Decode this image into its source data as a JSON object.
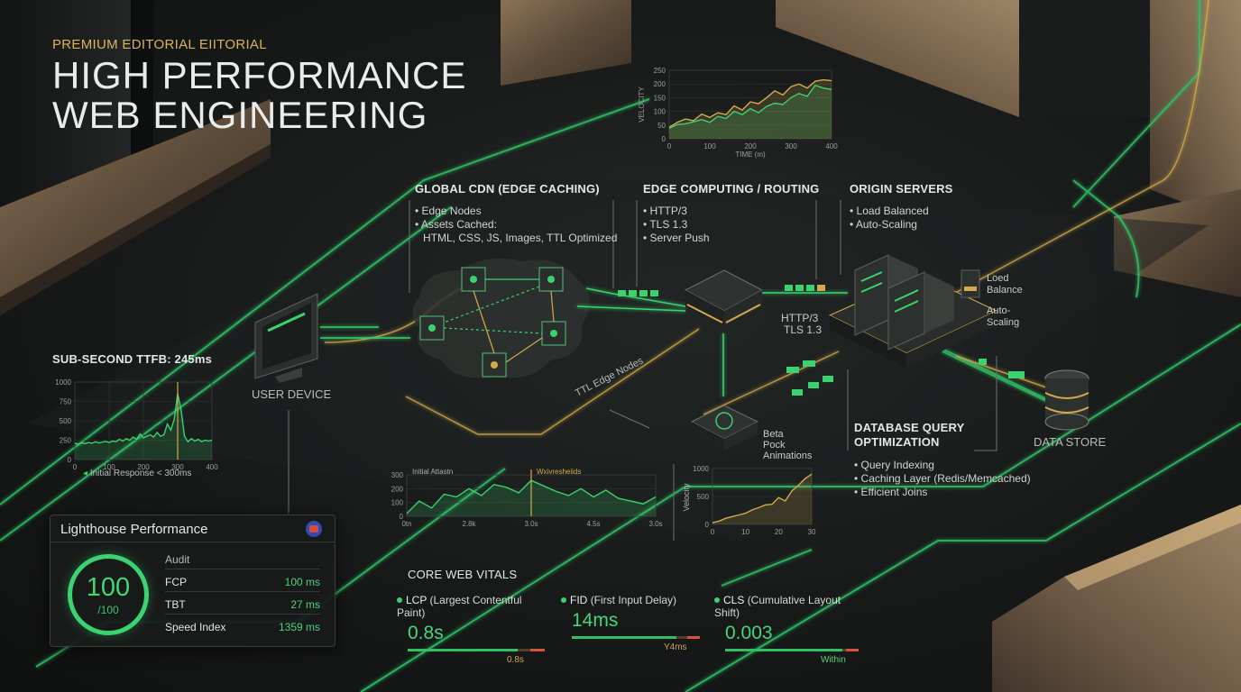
{
  "header": {
    "eyebrow": "PREMIUM EDITORIAL EIITORIAL",
    "title_line1": "HIGH PERFORMANCE",
    "title_line2": "WEB ENGINEERING"
  },
  "sections": {
    "cdn": {
      "title": "GLOBAL CDN (EDGE CACHING)",
      "items": [
        "Edge Nodes",
        "Assets Cached:"
      ],
      "extra": "HTML, CSS, JS, Images, TTL Optimized"
    },
    "edge": {
      "title": "EDGE COMPUTING / ROUTING",
      "items": [
        "HTTP/3",
        "TLS 1.3",
        "Server Push"
      ]
    },
    "origin": {
      "title": "ORIGIN SERVERS",
      "items": [
        "Load Balanced",
        "Auto-Scaling"
      ]
    },
    "db": {
      "title_line1": "DATABASE QUERY",
      "title_line2": "OPTIMIZATION",
      "items": [
        "Query Indexing",
        "Caching Layer (Redis/Memcached)",
        "Efficient Joins"
      ]
    }
  },
  "diagram_labels": {
    "user_device": "USER DEVICE",
    "data_store": "DATA STORE",
    "http3": "HTTP/3",
    "tls": "TLS 1.3",
    "ttl_edge": "TTL Edge Nodes",
    "loed": "Loed",
    "balance": "Balance",
    "auto": "Auto-",
    "scaling": "Scaling",
    "beta": "Beta",
    "pock": "Pock",
    "animations": "Animations"
  },
  "ttfb": {
    "title": "SUB-SECOND TTFB: 245ms",
    "legend": "Initial Response < 300ms",
    "chart_data": {
      "type": "line",
      "x": [
        0,
        10,
        20,
        30,
        40,
        50,
        60,
        70,
        80,
        90,
        100,
        110,
        120,
        130,
        140,
        150,
        160,
        170,
        180,
        190,
        200,
        210,
        220,
        230,
        240,
        250,
        260,
        270,
        280,
        290,
        300,
        310,
        320,
        330,
        340,
        350,
        360,
        370,
        380,
        390,
        400
      ],
      "values": [
        210,
        200,
        215,
        205,
        220,
        210,
        230,
        215,
        225,
        235,
        220,
        240,
        230,
        260,
        240,
        270,
        250,
        290,
        260,
        330,
        280,
        300,
        320,
        290,
        350,
        300,
        320,
        460,
        380,
        520,
        850,
        640,
        300,
        230,
        270,
        240,
        260,
        230,
        250,
        240,
        250
      ],
      "yticks": [
        "0",
        "250",
        "500",
        "750",
        "1000"
      ],
      "xticks": [
        "0",
        "100",
        "200",
        "300",
        "400"
      ],
      "ylim": [
        0,
        1000
      ],
      "xlim": [
        0,
        400
      ]
    }
  },
  "velocity_chart": {
    "ylabel": "VELOCITY",
    "xlabel": "TIME (m)",
    "chart_data": {
      "type": "area",
      "x": [
        0,
        20,
        40,
        60,
        80,
        100,
        120,
        140,
        160,
        180,
        200,
        220,
        240,
        260,
        280,
        300,
        320,
        340,
        360,
        380,
        400
      ],
      "series": [
        {
          "color": "#d4ab4c",
          "values": [
            42,
            60,
            72,
            66,
            90,
            78,
            95,
            88,
            120,
            105,
            135,
            128,
            150,
            175,
            160,
            190,
            200,
            185,
            210,
            215,
            212
          ]
        },
        {
          "color": "#3bd36f",
          "values": [
            38,
            52,
            55,
            62,
            70,
            60,
            82,
            74,
            100,
            88,
            110,
            95,
            118,
            130,
            125,
            150,
            165,
            155,
            195,
            185,
            180
          ]
        }
      ],
      "yticks": [
        "0",
        "50",
        "100",
        "150",
        "200",
        "250"
      ],
      "xticks": [
        "0",
        "100",
        "200",
        "300",
        "400"
      ],
      "ylim": [
        0,
        250
      ],
      "xlim": [
        0,
        400
      ]
    }
  },
  "mid_chart": {
    "title_left": "Initial Attastn",
    "title_right": "Wxivresheiids",
    "chart_data": {
      "type": "area",
      "x": [
        0,
        1,
        2,
        3,
        4,
        5,
        6,
        7,
        8,
        9,
        10,
        11,
        12,
        13,
        14,
        15,
        16,
        17,
        18,
        19,
        20
      ],
      "values": [
        20,
        110,
        60,
        160,
        140,
        200,
        150,
        230,
        210,
        170,
        260,
        220,
        180,
        150,
        200,
        140,
        190,
        130,
        110,
        90,
        140
      ],
      "yticks": [
        "0",
        "100",
        "200",
        "300"
      ],
      "xticks": [
        "0tn",
        "2.8k",
        "3.0s",
        "4.5s",
        "3.0s"
      ],
      "ylim": [
        0,
        300
      ]
    }
  },
  "velocity_small": {
    "ylabel": "Velocity",
    "chart_data": {
      "type": "line",
      "x": [
        0,
        2,
        4,
        6,
        8,
        10,
        12,
        14,
        16,
        18,
        20,
        22,
        24,
        26,
        28,
        30
      ],
      "values": [
        30,
        60,
        110,
        140,
        170,
        200,
        260,
        300,
        350,
        360,
        480,
        420,
        600,
        700,
        820,
        900
      ],
      "yticks": [
        "0",
        "500",
        "1000"
      ],
      "xticks": [
        "0",
        "10",
        "20",
        "30"
      ],
      "ylim": [
        0,
        1000
      ],
      "xlim": [
        0,
        30
      ]
    }
  },
  "lighthouse": {
    "title": "Lighthouse Performance",
    "score": "100",
    "score_sub": "/100",
    "audit_label": "Audit",
    "rows": [
      {
        "name": "FCP",
        "value": "100 ms"
      },
      {
        "name": "TBT",
        "value": "27 ms"
      },
      {
        "name": "Speed Index",
        "value": "1359 ms"
      }
    ]
  },
  "vitals": {
    "title": "CORE WEB VITALS",
    "items": [
      {
        "abbr": "LCP",
        "name": "(Largest Contentful Paint)",
        "value": "0.8s",
        "tail": "0.8s",
        "fill": 0.8
      },
      {
        "abbr": "FID",
        "name": "(First Input Delay)",
        "value": "14ms",
        "tail": "Y4ms",
        "fill": 0.82
      },
      {
        "abbr": "CLS",
        "name": "(Cumulative Layout Shift)",
        "value": "0.003",
        "tail": "Within",
        "fill": 0.88
      }
    ]
  },
  "colors": {
    "accent_green": "#3bd36f",
    "accent_gold": "#d4ab4c",
    "background": "#1a1c1b",
    "stone": "#6b5a45"
  }
}
